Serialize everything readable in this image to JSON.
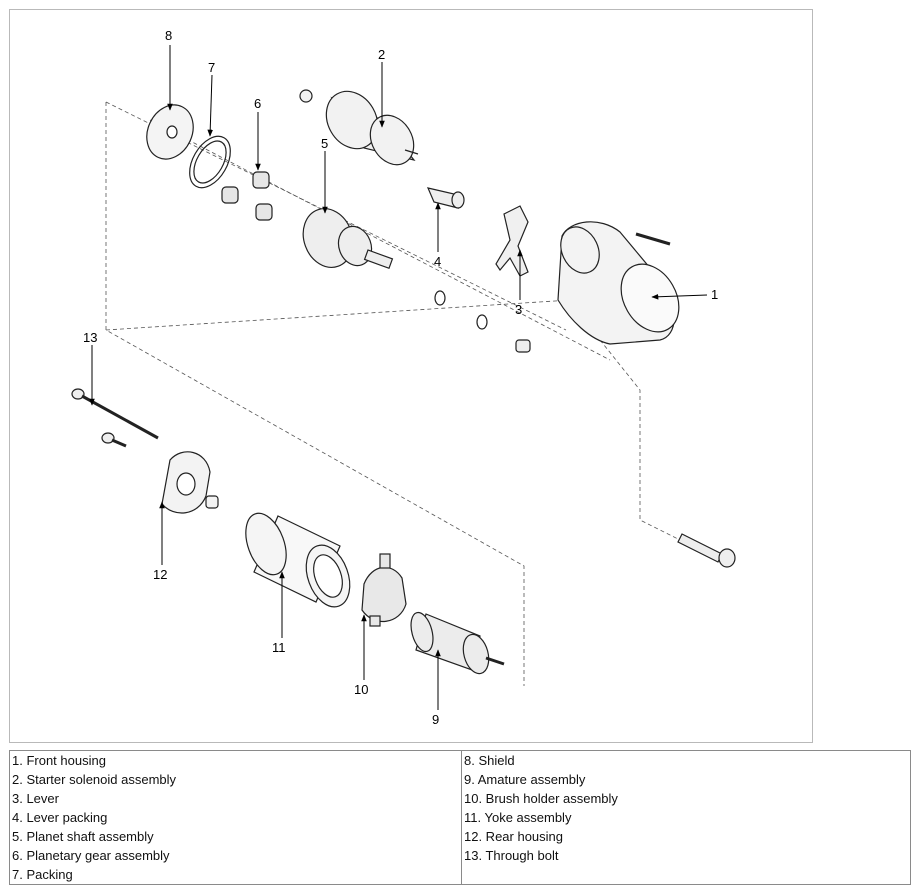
{
  "diagram": {
    "callouts": [
      "1",
      "2",
      "3",
      "4",
      "5",
      "6",
      "7",
      "8",
      "9",
      "10",
      "11",
      "12",
      "13"
    ]
  },
  "legend": {
    "left": [
      "1. Front housing",
      "2. Starter solenoid assembly",
      "3. Lever",
      "4. Lever packing",
      "5. Planet shaft assembly",
      "6. Planetary gear assembly",
      "7. Packing"
    ],
    "right": [
      "8. Shield",
      "9. Amature assembly",
      "10. Brush holder assembly",
      "11. Yoke assembly",
      "12. Rear housing",
      "13. Through bolt"
    ]
  }
}
